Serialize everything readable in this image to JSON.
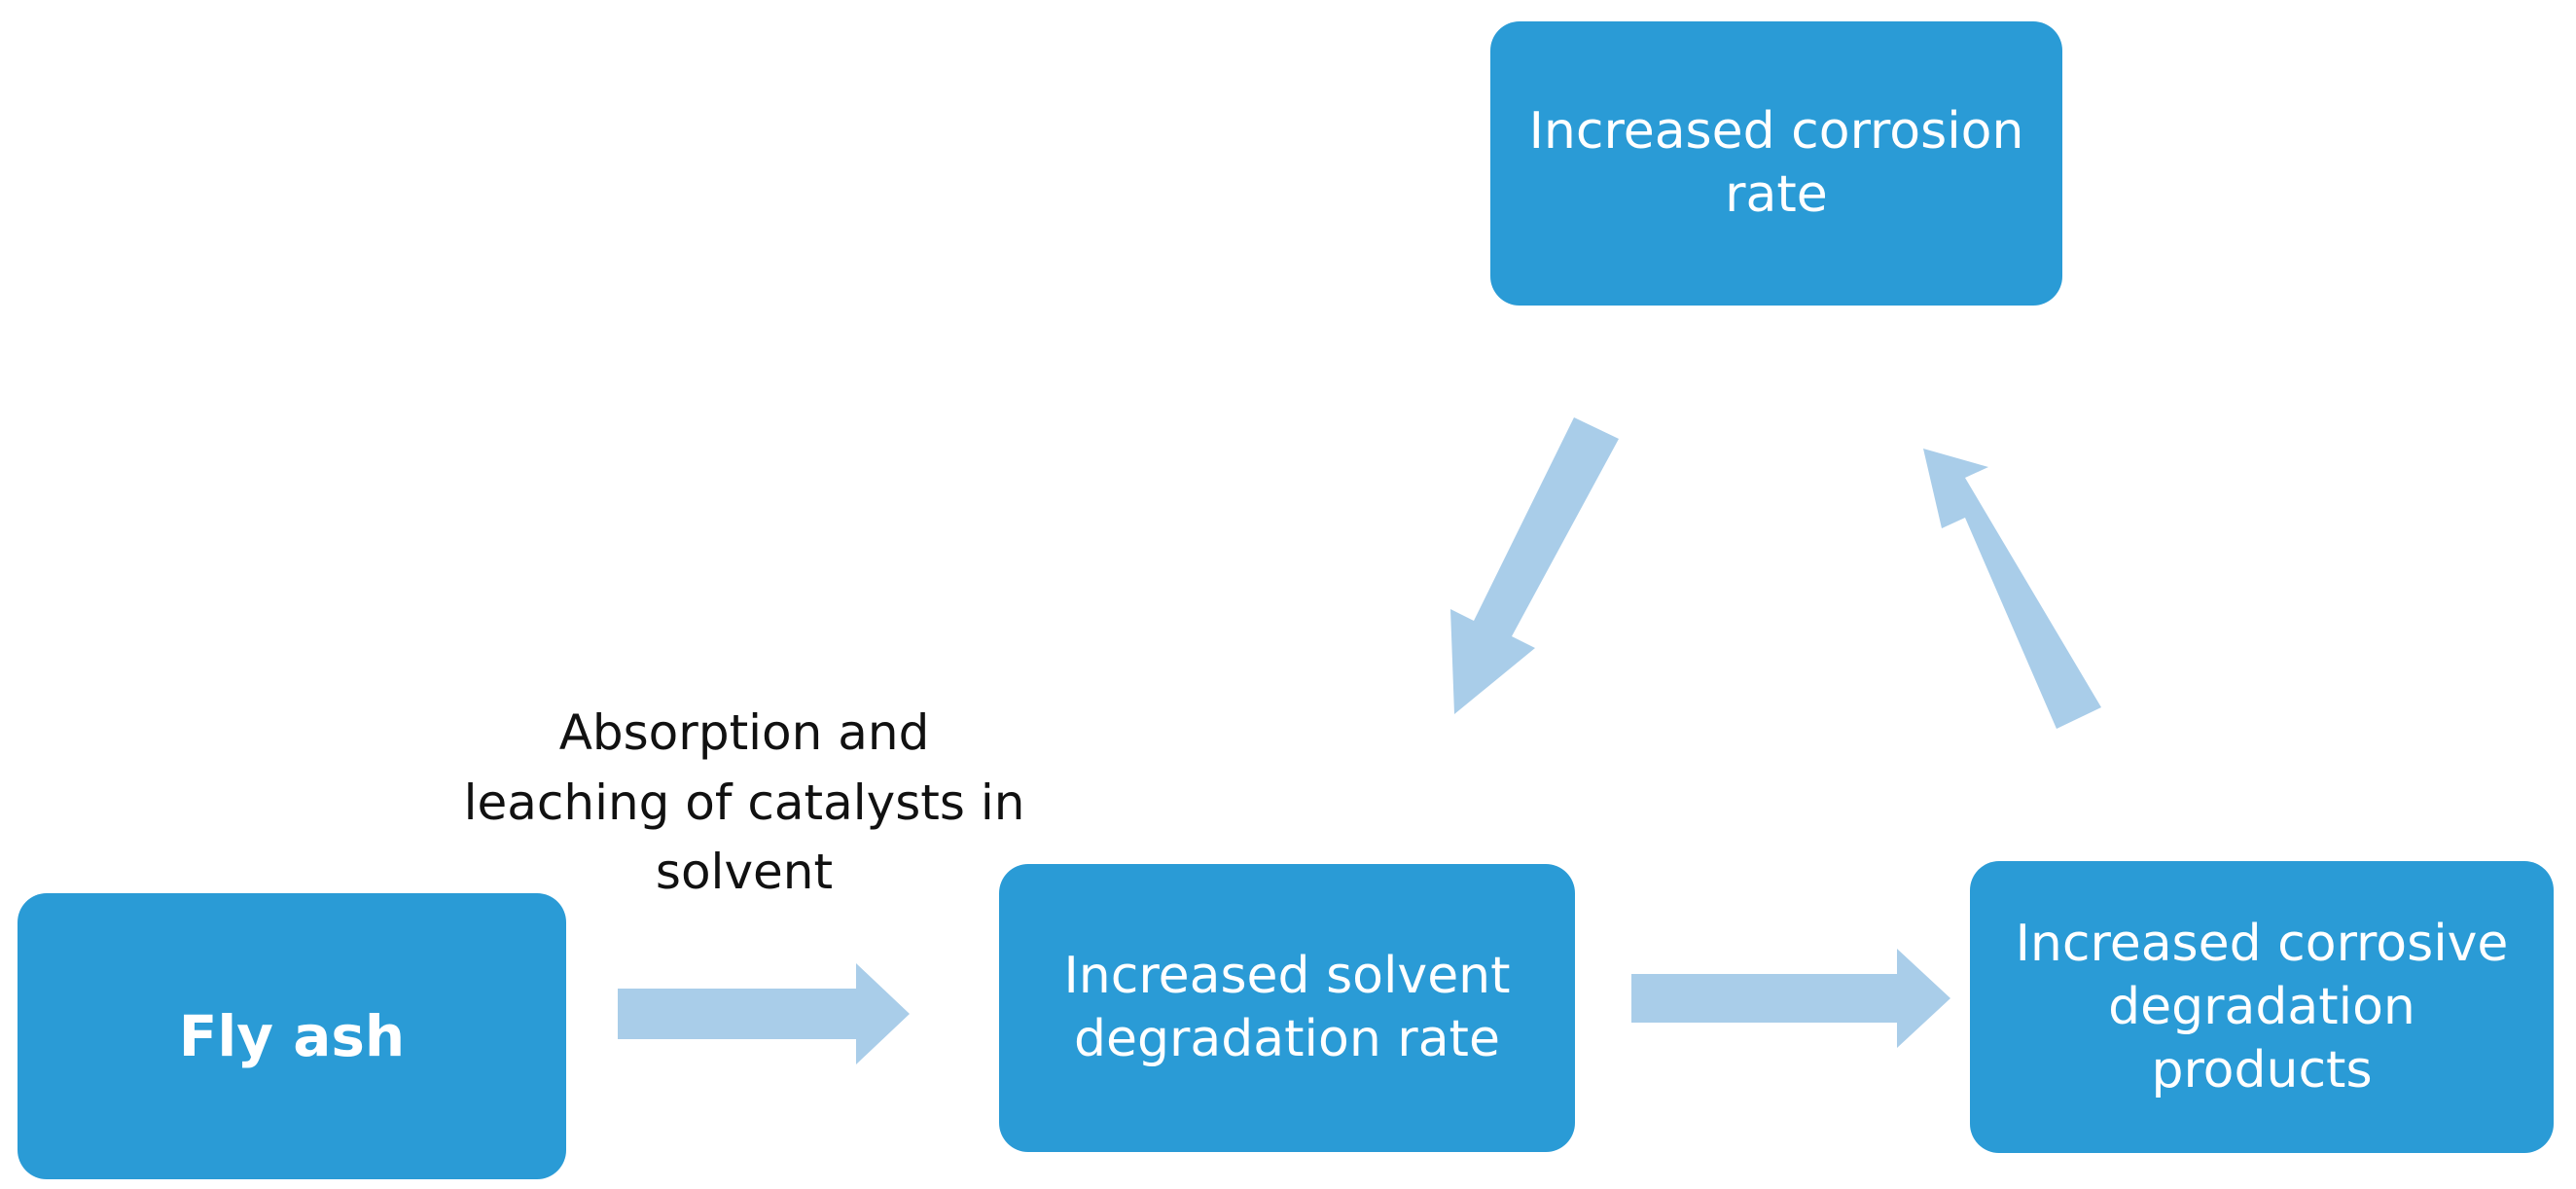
{
  "diagram": {
    "nodes": {
      "corrosion_rate": "Increased corrosion\nrate",
      "fly_ash": "Fly ash",
      "solvent_degradation": "Increased solvent\ndegradation rate",
      "corrosive_products": "Increased corrosive\ndegradation\nproducts"
    },
    "edge_label": "Absorption and\nleaching of catalysts in\nsolvent",
    "colors": {
      "box": "#2a9bd6",
      "box_text": "#ffffff",
      "arrow": "#a9cde9",
      "label_text": "#111111"
    }
  }
}
